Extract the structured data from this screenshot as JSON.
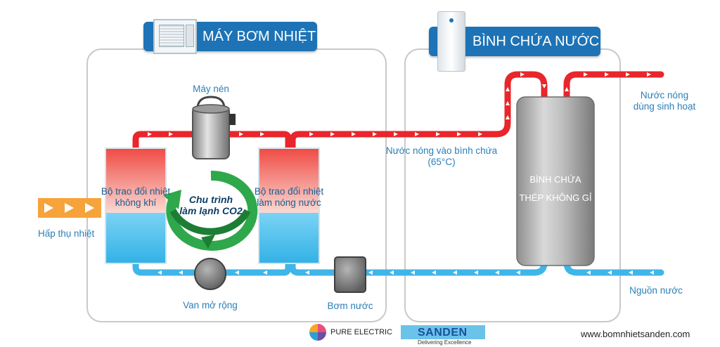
{
  "colors": {
    "hot_pipe": "#e8262b",
    "cold_pipe": "#3fb6e8",
    "banner": "#1d73b6",
    "label": "#2a7fb8",
    "box_border": "#c9c9c9",
    "air_arrow": "#f6a33b"
  },
  "sections": {
    "heat_pump_title": "MÁY BƠM NHIỆT",
    "tank_title": "BÌNH CHỨA NƯỚC"
  },
  "components": {
    "compressor": "Máy nén",
    "air_exchanger_line1": "Bộ trao đổi nhiệt",
    "air_exchanger_line2": "không khí",
    "water_exchanger_line1": "Bộ trao đổi nhiệt",
    "water_exchanger_line2": "làm nóng nước",
    "cycle_line1": "Chu trình",
    "cycle_line2": "làm lạnh CO2",
    "expansion_valve": "Van mở rộng",
    "water_pump": "Bơm nước",
    "absorb_heat": "Hấp thụ nhiệt",
    "hot_water_in_line1": "Nước nóng vào bình chứa",
    "hot_water_in_line2": "(65°C)",
    "tank_line1": "BÌNH CHỨA",
    "tank_line2": "THÉP KHÔNG GỈ",
    "hot_water_out_line1": "Nước nóng",
    "hot_water_out_line2": "dùng sinh hoạt",
    "water_source": "Nguồn nước"
  },
  "footer": {
    "pure_electric": "PURE ELECTRIC",
    "sanden": "SANDEN",
    "sanden_tagline": "Delivering Excellence",
    "website": "www.bomnhietsanden.com"
  },
  "icons": [
    "heat-pump-unit-icon",
    "water-heater-tank-icon",
    "compressor-icon",
    "recycle-arrow-icon",
    "valve-icon",
    "pump-icon",
    "pure-electric-logo",
    "sanden-logo"
  ]
}
